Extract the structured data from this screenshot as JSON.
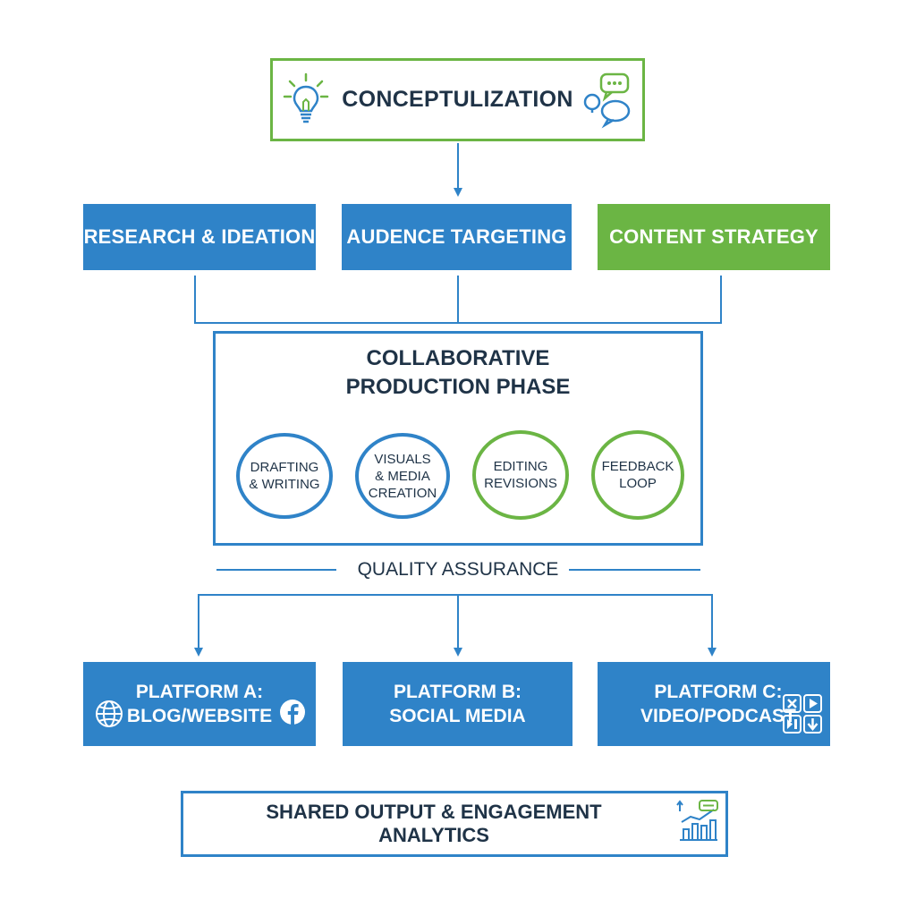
{
  "colors": {
    "blue": "#2f83c8",
    "green": "#6bb544",
    "text": "#1f3347"
  },
  "top": {
    "title": "CONCEPTULIZATION",
    "left_icon": "lightbulb-icon",
    "right_icon": "chat-bubbles-icon"
  },
  "tier1": [
    {
      "label": "RESEARCH & IDEATION",
      "color": "blue"
    },
    {
      "label": "AUDENCE TARGETING",
      "color": "blue"
    },
    {
      "label": "CONTENT STRATEGY",
      "color": "green"
    }
  ],
  "production": {
    "title": "COLLABORATIVE\nPRODUCTION PHASE",
    "steps": [
      {
        "label": "DRAFTING\n& WRITING",
        "color": "blue"
      },
      {
        "label": "VISUALS\n& MEDIA\nCREATION",
        "color": "blue"
      },
      {
        "label": "EDITING\nREVISIONS",
        "color": "green"
      },
      {
        "label": "FEEDBACK\nLOOP",
        "color": "green"
      }
    ]
  },
  "qa": {
    "label": "QUALITY ASSURANCE"
  },
  "platforms": [
    {
      "label": "PLATFORM A:\nBLOG/WEBSITE",
      "icons": [
        "globe-icon",
        "facebook-icon"
      ]
    },
    {
      "label": "PLATFORM B:\nSOCIAL MEDIA",
      "icons": []
    },
    {
      "label": "PLATFORM C:\nVIDEO/PODCAST",
      "icons": [
        "media-controls-icon"
      ]
    }
  ],
  "output": {
    "label": "SHARED OUTPUT & ENGAGEMENT ANALYTICS",
    "icon": "analytics-chart-icon"
  }
}
